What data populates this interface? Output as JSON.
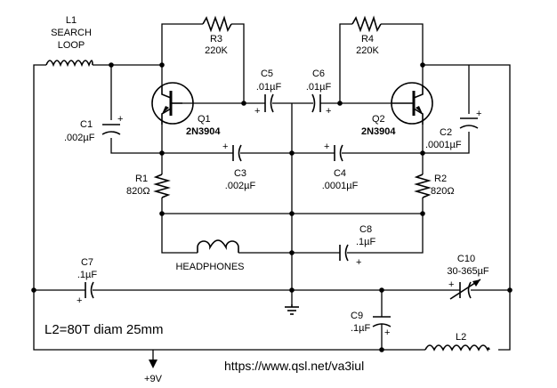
{
  "components": {
    "L1": {
      "ref": "L1",
      "name_line1": "SEARCH",
      "name_line2": "LOOP"
    },
    "L2": {
      "ref": "L2"
    },
    "R1": {
      "ref": "R1",
      "value": "820Ω"
    },
    "R2": {
      "ref": "R2",
      "value": "820Ω"
    },
    "R3": {
      "ref": "R3",
      "value": "220K"
    },
    "R4": {
      "ref": "R4",
      "value": "220K"
    },
    "C1": {
      "ref": "C1",
      "value": ".002µF"
    },
    "C2": {
      "ref": "C2",
      "value": ".0001µF"
    },
    "C3": {
      "ref": "C3",
      "value": ".002µF"
    },
    "C4": {
      "ref": "C4",
      "value": ".0001µF"
    },
    "C5": {
      "ref": "C5",
      "value": ".01µF"
    },
    "C6": {
      "ref": "C6",
      "value": ".01µF"
    },
    "C7": {
      "ref": "C7",
      "value": ".1µF"
    },
    "C8": {
      "ref": "C8",
      "value": ".1µF"
    },
    "C9": {
      "ref": "C9",
      "value": ".1µF"
    },
    "C10": {
      "ref": "C10",
      "value": "30-365µF"
    },
    "Q1": {
      "ref": "Q1",
      "part": "2N3904"
    },
    "Q2": {
      "ref": "Q2",
      "part": "2N3904"
    },
    "headphones": {
      "label": "HEADPHONES"
    }
  },
  "supply": {
    "label": "+9V"
  },
  "polarity_mark": "+",
  "note": "L2=80T diam 25mm",
  "url": "https://www.qsl.net/va3iul"
}
